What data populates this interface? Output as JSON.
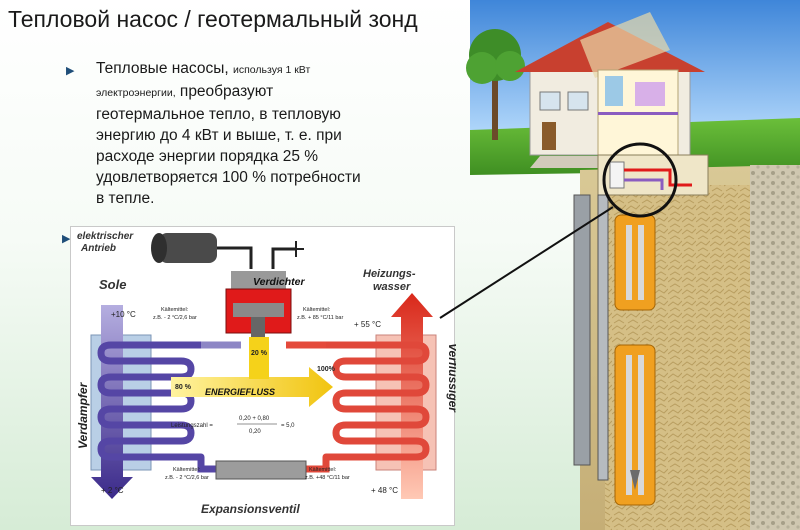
{
  "slide": {
    "title": "Тепловой насос / геотермальный зонд",
    "bullet_main": "Тепловые насосы,",
    "bullet_small_1": "используя 1 кВт",
    "bullet_small_2": "электроэнергии,",
    "bullet_rest_1": "преобразуют",
    "bullet_lines": [
      "геотермальное тепло, в тепловую",
      "энергию до 4 кВт и выше, т. е. при",
      "расходе энергии порядка  25 %",
      "удовлетворяется  100 % потребности",
      "в тепле."
    ]
  },
  "diagram": {
    "motor_label_1": "elektrischer",
    "motor_label_2": "Antrieb",
    "compressor": "Verdichter",
    "sole": "Sole",
    "heating_water_1": "Heizungs-",
    "heating_water_2": "wasser",
    "evaporator": "Verdampfer",
    "condenser": "Verflüssiger",
    "expansion_valve": "Expansionsventil",
    "energy_flow": "ENERGIEFLUSS",
    "percent_20": "20 %",
    "percent_80": "80 %",
    "percent_100": "100%",
    "temp_in_cold": "+10 °C",
    "temp_out_cold": "+ 2 °C",
    "temp_out_hot": "+ 55 °C",
    "temp_in_hot": "+ 48 °C",
    "refrigerant_tl_1": "Kältemittel:",
    "refrigerant_tl_2": "z.B. - 2 °C/2,6 bar",
    "refrigerant_tr_1": "Kältemittel:",
    "refrigerant_tr_2": "z.B. + 85 °C/11 bar",
    "refrigerant_bl_1": "Kältemittel:",
    "refrigerant_bl_2": "z.B. - 2 °C/2,6 bar",
    "refrigerant_br_1": "Kältemittel:",
    "refrigerant_br_2": "z.B. +48 °C/11 bar",
    "cop_label": "Leistungszahl =",
    "cop_numerator": "0,20 + 0,80",
    "cop_denominator": "0,20",
    "cop_result": "= 5,0"
  },
  "colors": {
    "cold": "#6a4ca8",
    "hot": "#e34a2a",
    "energy": "#f5d21a",
    "compressor": "#e01a1a",
    "bullet": "#1f4e79"
  }
}
